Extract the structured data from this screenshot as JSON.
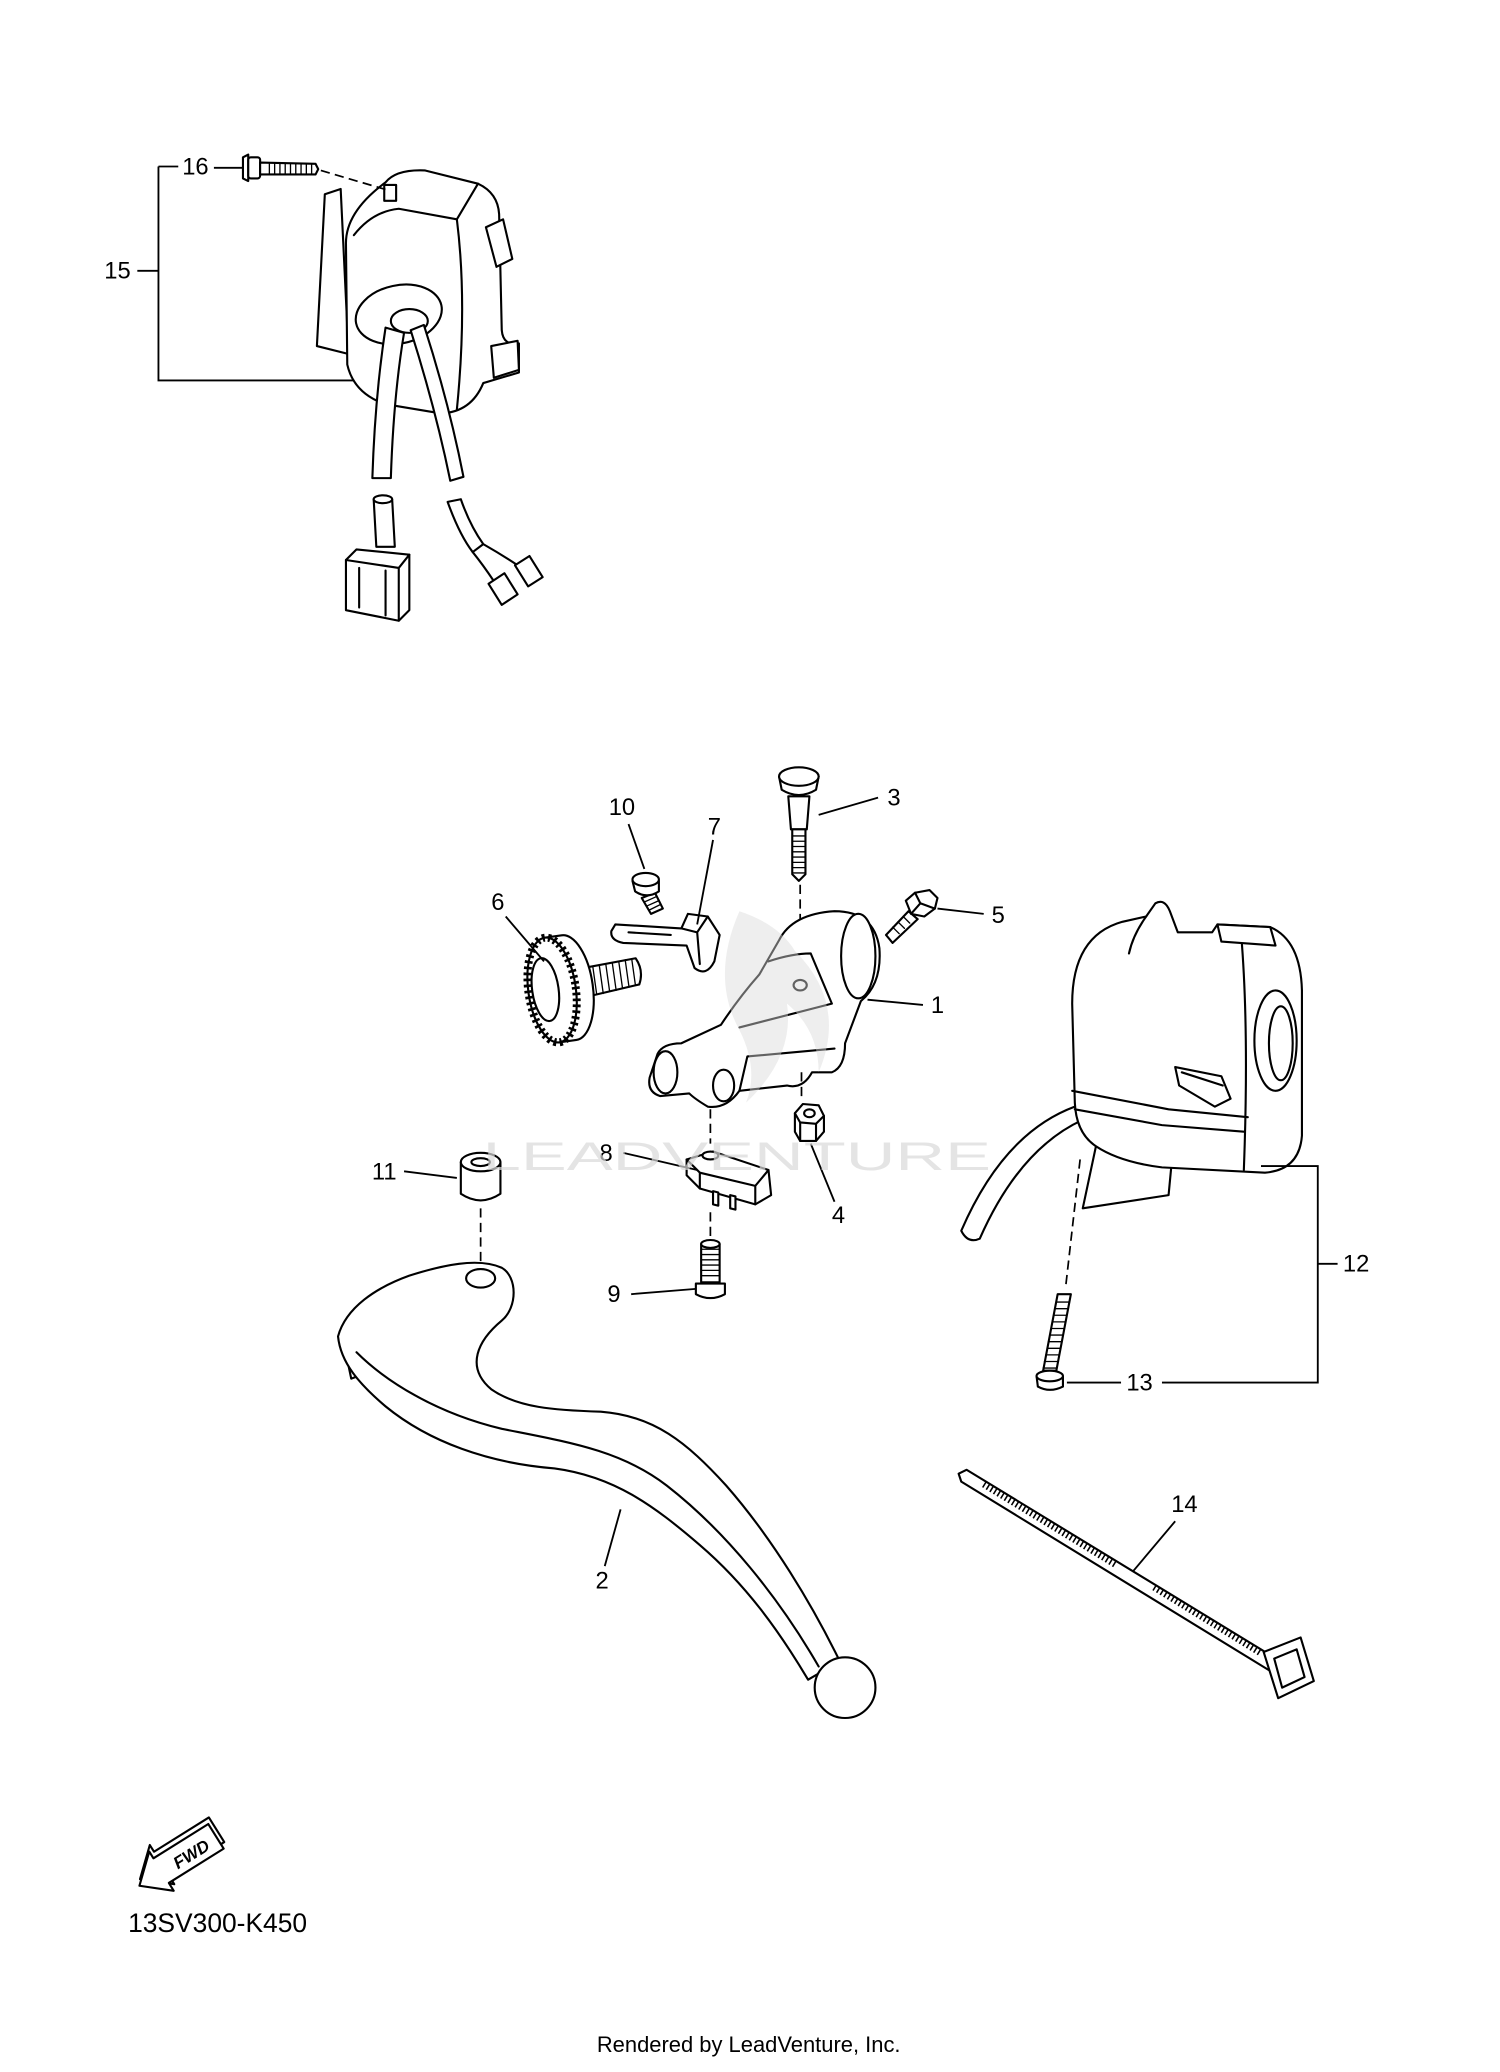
{
  "callouts": [
    "1",
    "2",
    "3",
    "4",
    "5",
    "6",
    "7",
    "8",
    "9",
    "10",
    "11",
    "12",
    "13",
    "14",
    "15",
    "16"
  ],
  "fwd_arrow": {
    "label": "FWD"
  },
  "diagram_code": "13SV300-K450",
  "credit": "Rendered by LeadVenture, Inc.",
  "watermark": "LEADVENTURE",
  "colors": {
    "line": "#000000",
    "background": "#ffffff",
    "watermark": "#d9d9d9"
  }
}
